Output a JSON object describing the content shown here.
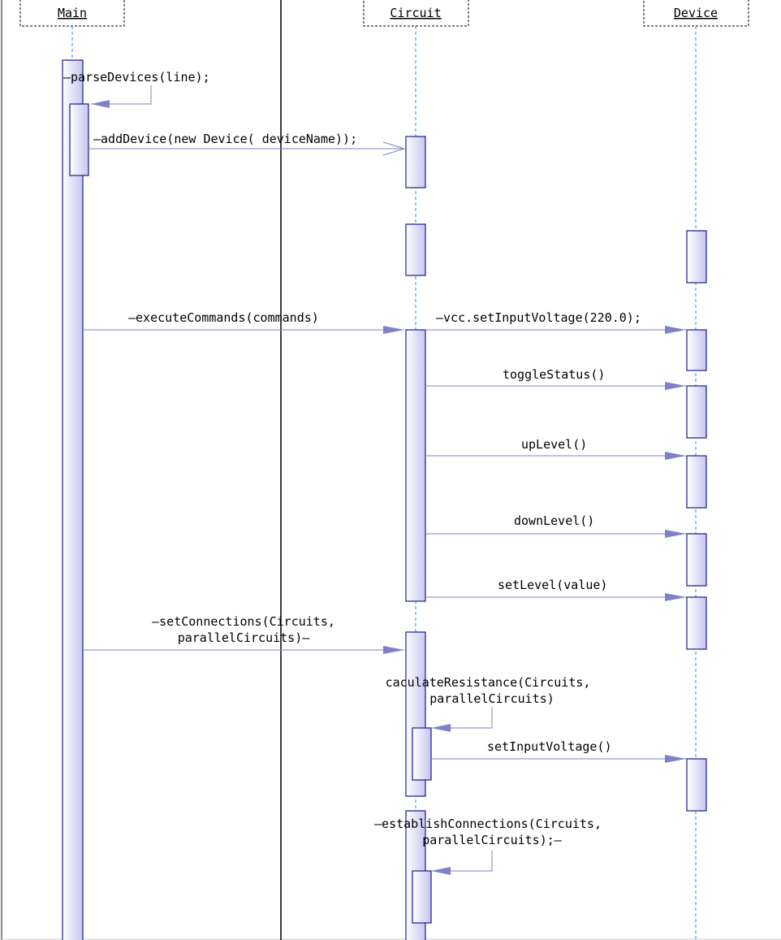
{
  "colors": {
    "lifeline": "#1E90FF",
    "activation_border": "#1A1A8C",
    "activation_fill_start": "#FFFFFF",
    "activation_fill_end": "#C8C8F0",
    "message": "#8080C8",
    "separator": "#000000",
    "header_border": "#000000"
  },
  "participants": [
    {
      "id": "main",
      "label": "Main"
    },
    {
      "id": "circuit",
      "label": "Circuit"
    },
    {
      "id": "device",
      "label": "Device"
    }
  ],
  "messages": [
    {
      "id": "parse-devices",
      "label": "—parseDevices(line);",
      "kind": "self"
    },
    {
      "id": "add-device",
      "label": "—addDevice(new Device( deviceName));",
      "kind": "open-arrow"
    },
    {
      "id": "execute-commands",
      "label": "—executeCommands(commands)",
      "kind": "filled-arrow"
    },
    {
      "id": "vcc-set-input-voltage",
      "label": "—vcc.setInputVoltage(220.0);",
      "kind": "filled-arrow"
    },
    {
      "id": "toggle-status",
      "label": "toggleStatus()",
      "kind": "filled-arrow"
    },
    {
      "id": "up-level",
      "label": "upLevel()",
      "kind": "filled-arrow"
    },
    {
      "id": "down-level",
      "label": "downLevel()",
      "kind": "filled-arrow"
    },
    {
      "id": "set-level",
      "label": "setLevel(value)",
      "kind": "filled-arrow"
    },
    {
      "id": "set-connections",
      "lines": [
        "—setConnections(Circuits,",
        "parallelCircuits)—"
      ],
      "kind": "filled-arrow"
    },
    {
      "id": "caculate-resistance",
      "lines": [
        "caculateResistance(Circuits,",
        "parallelCircuits)"
      ],
      "kind": "self"
    },
    {
      "id": "set-input-voltage",
      "label": "setInputVoltage()",
      "kind": "filled-arrow"
    },
    {
      "id": "establish-connections",
      "lines": [
        "—establishConnections(Circuits,",
        "parallelCircuits);—"
      ],
      "kind": "self"
    }
  ]
}
